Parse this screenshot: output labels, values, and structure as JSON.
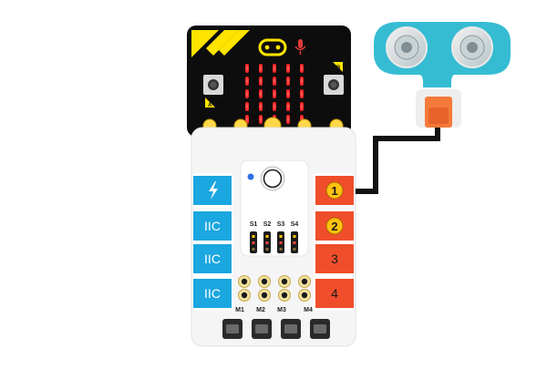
{
  "microbit": {
    "button_a_label": "A",
    "button_b_label": "B"
  },
  "board": {
    "left_ports": [
      {
        "type": "power",
        "icon": "lightning-icon",
        "label": ""
      },
      {
        "type": "iic",
        "label": "IIC"
      },
      {
        "type": "iic",
        "label": "IIC"
      },
      {
        "type": "iic",
        "label": "IIC"
      }
    ],
    "right_ports": [
      {
        "label": "1",
        "style": "circle"
      },
      {
        "label": "2",
        "style": "circle"
      },
      {
        "label": "3",
        "style": "plain"
      },
      {
        "label": "4",
        "style": "plain"
      }
    ],
    "servo_labels": [
      "S1",
      "S2",
      "S3",
      "S4"
    ],
    "motor_labels": [
      "M1",
      "M2",
      "M3",
      "M4"
    ]
  },
  "colors": {
    "iic_blue": "#1ba7df",
    "port_orange": "#f04e2b",
    "circle_yellow": "#ffc20e",
    "led_red": "#ff2020",
    "microbit_black": "#0d0d0d",
    "corner_yellow": "#ffe400",
    "sensor_teal": "#35bcd3",
    "connector_orange": "#f47a3a"
  }
}
